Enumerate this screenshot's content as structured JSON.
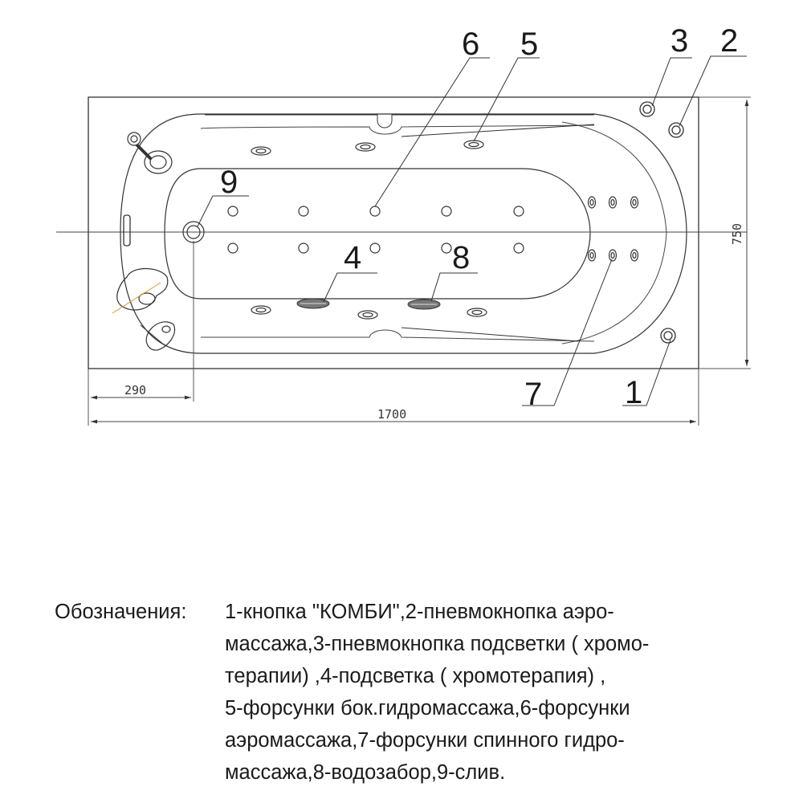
{
  "callouts": {
    "c1": "1",
    "c2": "2",
    "c3": "3",
    "c4": "4",
    "c5": "5",
    "c6": "6",
    "c7": "7",
    "c8": "8",
    "c9": "9"
  },
  "dimensions": {
    "length": "1700",
    "width": "750",
    "drain_offset": "290"
  },
  "legend": {
    "label": "Обозначения:",
    "lines": [
      "1-кнопка \"КОМБИ\",2-пневмокнопка аэро-",
      "массажа,3-пневмокнопка подсветки ( хромо-",
      "терапии)   ,4-подсветка ( хромотерапия)   ,",
      "5-форсунки бок.гидромассажа,6-форсунки",
      "аэромассажа,7-форсунки спинного гидро-",
      "массажа,8-водозабор,9-слив."
    ]
  }
}
